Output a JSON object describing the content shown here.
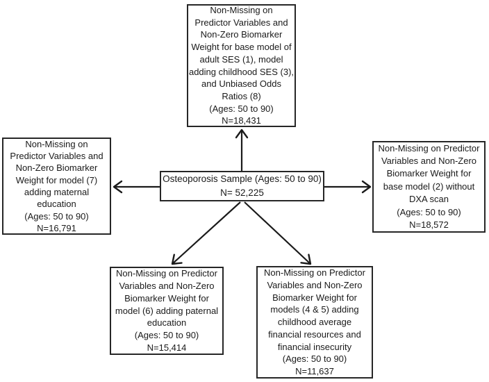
{
  "diagram": {
    "title": "Osteoporosis sample flow diagram",
    "colors": {
      "border": "#262626",
      "text": "#1a1a1a",
      "arrow": "#1a1a1a",
      "background": "#ffffff"
    },
    "nodes": {
      "center": {
        "id": "osteoporosis-sample",
        "text": "Osteoporosis Sample (Ages: 50 to 90)\nN= 52,225",
        "n": "52,225"
      },
      "top": {
        "id": "base-model-adult-ses",
        "text": "Non-Missing on\nPredictor Variables and\nNon-Zero Biomarker\nWeight for base model of\nadult SES (1), model\nadding childhood SES (3),\nand Unbiased Odds\nRatios (8)\n(Ages: 50 to 90)\nN=18,431",
        "n": "18,431"
      },
      "left": {
        "id": "maternal-education-model",
        "text": "Non-Missing on\nPredictor Variables and\nNon-Zero Biomarker\nWeight for model (7)\nadding maternal\neducation\n(Ages: 50 to 90)\nN=16,791",
        "n": "16,791"
      },
      "right": {
        "id": "base-model-without-dxa",
        "text": "Non-Missing on Predictor\nVariables and Non-Zero\nBiomarker Weight for\nbase model (2) without\nDXA scan\n(Ages: 50 to 90)\nN=18,572",
        "n": "18,572"
      },
      "bottom_left": {
        "id": "paternal-education-model",
        "text": "Non-Missing on Predictor\nVariables and Non-Zero\nBiomarker Weight for\nmodel (6) adding paternal\neducation\n(Ages: 50 to 90)\nN=15,414",
        "n": "15,414"
      },
      "bottom_right": {
        "id": "financial-resources-models",
        "text": "Non-Missing on Predictor\nVariables and Non-Zero\nBiomarker Weight for\nmodels (4 & 5) adding\nchildhood average\nfinancial resources and\nfinancial insecurity\n(Ages: 50 to 90)\nN=11,637",
        "n": "11,637"
      }
    },
    "edges": [
      {
        "from": "osteoporosis-sample",
        "to": "base-model-adult-ses"
      },
      {
        "from": "osteoporosis-sample",
        "to": "maternal-education-model"
      },
      {
        "from": "osteoporosis-sample",
        "to": "base-model-without-dxa"
      },
      {
        "from": "osteoporosis-sample",
        "to": "paternal-education-model"
      },
      {
        "from": "osteoporosis-sample",
        "to": "financial-resources-models"
      }
    ]
  }
}
